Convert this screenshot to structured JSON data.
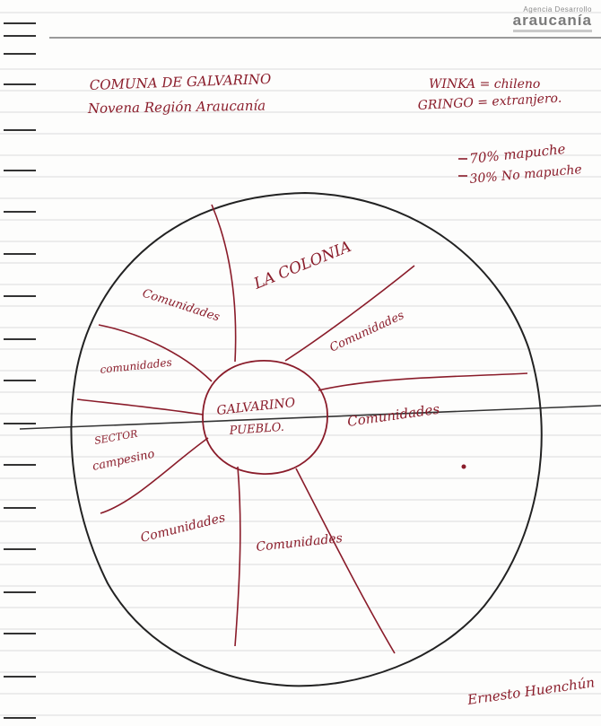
{
  "header": {
    "title_line1": "COMUNA DE GALVARINO",
    "title_line2": "Novena Región Araucanía"
  },
  "logo": {
    "top": "Agencia Desarrollo",
    "brand": "araucanía"
  },
  "glossary": [
    "WINKA = chileno",
    "GRINGO = extranjero."
  ],
  "stats": [
    "70% mapuche",
    "30% No mapuche"
  ],
  "diagram": {
    "center": [
      "GALVARINO",
      "PUEBLO."
    ],
    "sectors": {
      "la_colonia": "LA COLONIA",
      "comunidades_top_left": "Comunidades",
      "comunidades_upper_right": "Comunidades",
      "comunidades_left": "comunidades",
      "comunidades_right": "Comunidades",
      "sector_line1": "SECTOR",
      "sector_line2": "campesino",
      "comunidades_bottom_left": "Comunidades",
      "comunidades_bottom_right": "Comunidades"
    }
  },
  "signature": "Ernesto Huenchún",
  "colors": {
    "ink": "#8a1c2a",
    "outline": "#222222",
    "ruled_line": "#d9d9d9",
    "margin_tick": "#333333"
  }
}
